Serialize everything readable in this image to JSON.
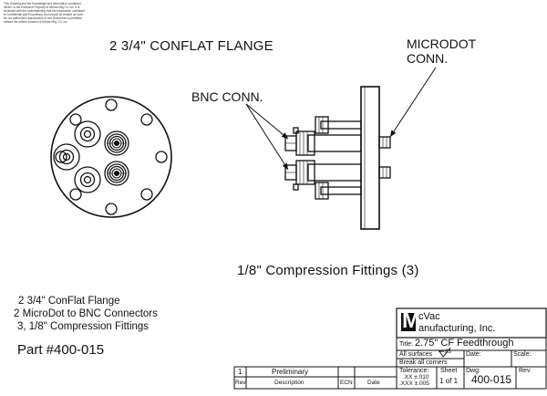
{
  "disclaimer": "This Drawing and the Knowledge and Information contained herein, is the Exclusive Property of McVac Mfg Co. Inc. It is furnished with the understanding that the information contained is Confidential and Proprietary, and should be treated as such. No Un-authorized reproduction of this Document is permitted without the written consent of McVac Mfg. Co. Inc.",
  "labels": {
    "flange_title": "2 3/4\" CONFLAT FLANGE",
    "microdot_line1": "MICRODOT",
    "microdot_line2": "CONN.",
    "bnc": "BNC CONN.",
    "fittings": "1/8\" Compression Fittings (3)"
  },
  "description_lines": [
    "2 3/4\" ConFlat Flange",
    "2 MicroDot to BNC Connectors",
    "3, 1/8\" Compression Fittings"
  ],
  "part_number": "Part #400-015",
  "title_block": {
    "logo_m": "M",
    "company_line1": "cVac",
    "company_line2": "anufacturing, Inc.",
    "title_label": "Title:",
    "title_value": "2.75\" CF Feedthrough",
    "all_surfaces": "All surfaces",
    "break_corners": "Break all corners",
    "date_label": "Date:",
    "scale_label": "Scale:",
    "tolerance_label": "Tolerance:",
    "tol_xx": ".XX  ±.010",
    "tol_xxx": ".XXX  ±.005",
    "sheet_label": "Sheet",
    "sheet_value": "1  of  1",
    "dwg_label": "Dwg:",
    "dwg_value": "400-015",
    "rev_label": "Rev"
  },
  "revision_table": {
    "row": {
      "rev": "1",
      "description": "Preliminary",
      "ecn": "",
      "date": ""
    },
    "headers": {
      "rev": "Rev",
      "description": "Description",
      "ecn": "ECN",
      "date": "Date"
    }
  }
}
